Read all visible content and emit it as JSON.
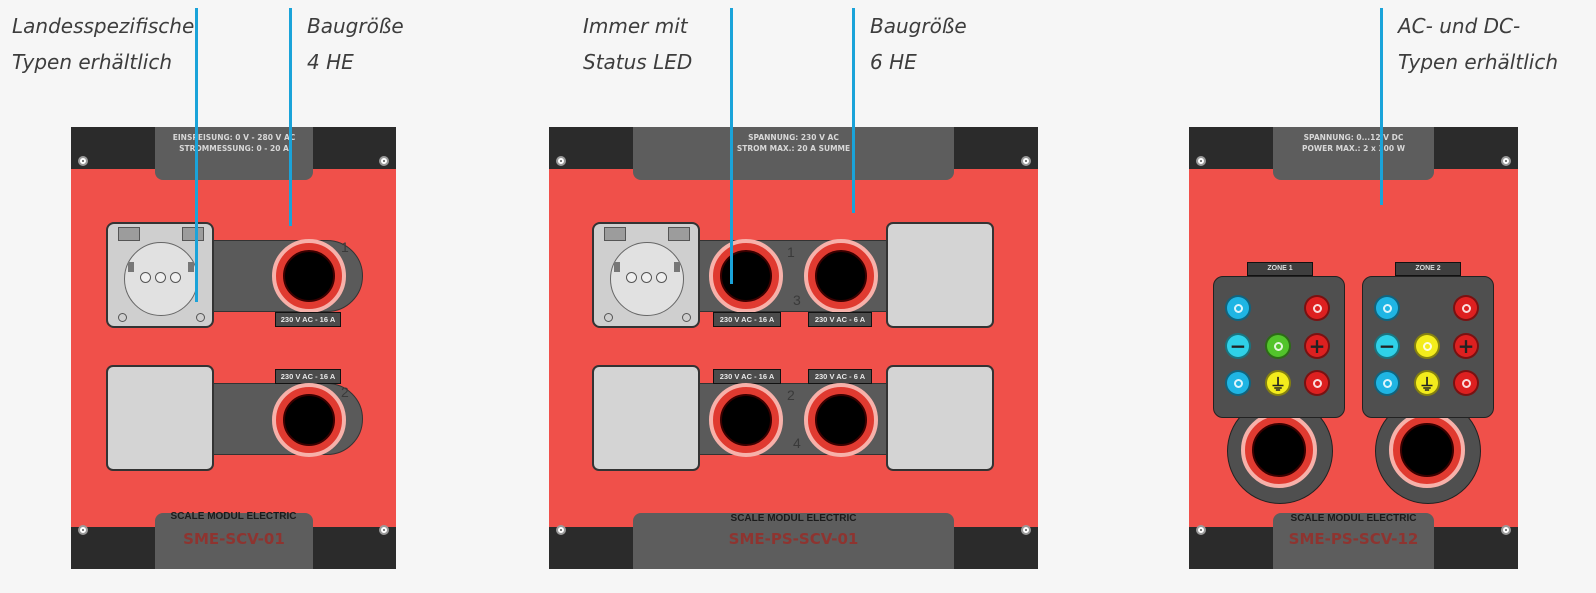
{
  "callouts": [
    {
      "lines": [
        "Landesspezifische",
        "Typen erhältlich"
      ]
    },
    {
      "lines": [
        "Baugröße",
        "4 HE"
      ]
    },
    {
      "lines": [
        "Immer mit",
        "Status LED"
      ]
    },
    {
      "lines": [
        "Baugröße",
        "6 HE"
      ]
    },
    {
      "lines": [
        "AC- und DC-",
        "Typen erhältlich"
      ]
    }
  ],
  "accent_color": "#1aa3d9",
  "panel_color": "#f0504a",
  "panels": [
    {
      "spec_lines": [
        "EINSPEISUNG: 0 V - 280 V AC",
        "STROMMESSUNG: 0 - 20 A"
      ],
      "brand": "SCALE MODUL ELECTRIC",
      "model": "SME-SCV-01",
      "labels": [
        "230 V AC - 16 A",
        "230 V AC - 16 A"
      ],
      "numbers": [
        "1",
        "2"
      ]
    },
    {
      "spec_lines": [
        "SPANNUNG: 230 V AC",
        "STROM MAX.: 20 A SUMME"
      ],
      "brand": "SCALE MODUL ELECTRIC",
      "model": "SME-PS-SCV-01",
      "labels": [
        "230 V AC - 16 A",
        "230 V AC - 6 A",
        "230 V AC - 16 A",
        "230 V AC - 6 A"
      ],
      "numbers": [
        "1",
        "3",
        "2",
        "4"
      ]
    },
    {
      "spec_lines": [
        "SPANNUNG: 0...12 V DC",
        "POWER MAX.: 2 x 300 W"
      ],
      "brand": "SCALE MODUL ELECTRIC",
      "model": "SME-PS-SCV-12",
      "zones": [
        "ZONE 1",
        "ZONE 2"
      ]
    }
  ]
}
